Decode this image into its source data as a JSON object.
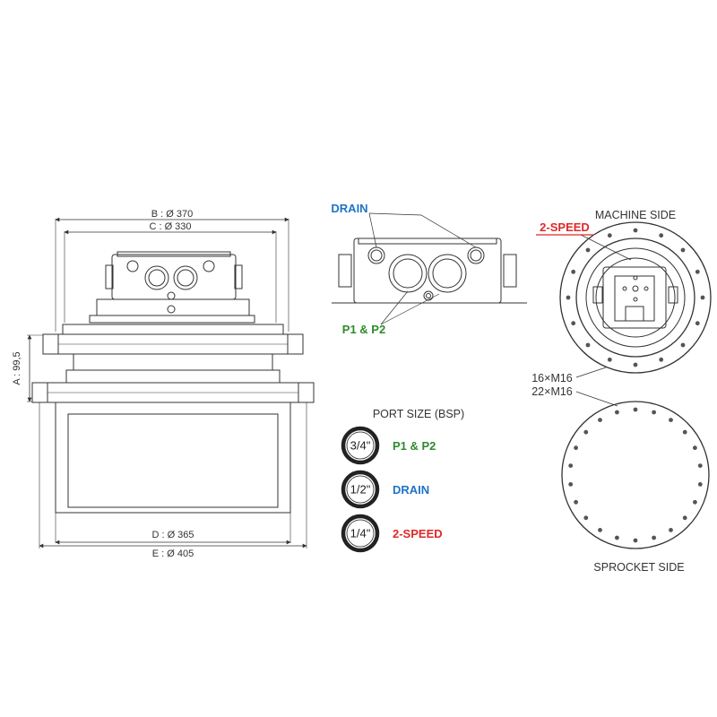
{
  "colors": {
    "line": "#333333",
    "drain": "#1f73c8",
    "p1p2": "#2e8b2e",
    "two_speed": "#e02828"
  },
  "side_view": {
    "dim_b": "B : Ø 370",
    "dim_c": "C : Ø 330",
    "dim_a": "A : 99,5",
    "dim_d": "D : Ø 365",
    "dim_e": "E : Ø 405"
  },
  "top_view": {
    "drain_label": "DRAIN",
    "p1p2_label": "P1 & P2"
  },
  "machine_side": {
    "title": "MACHINE SIDE",
    "two_speed_label": "2-SPEED",
    "bolt_label": "16×M16",
    "bolt_count": 16
  },
  "sprocket_side": {
    "title": "SPROCKET SIDE",
    "bolt_label": "22×M16",
    "bolt_count": 22
  },
  "port_size": {
    "title": "PORT SIZE (BSP)",
    "items": [
      {
        "size": "3/4\"",
        "label": "P1 & P2",
        "color": "#2e8b2e"
      },
      {
        "size": "1/2\"",
        "label": "DRAIN",
        "color": "#1f73c8"
      },
      {
        "size": "1/4\"",
        "label": "2-SPEED",
        "color": "#e02828"
      }
    ]
  }
}
